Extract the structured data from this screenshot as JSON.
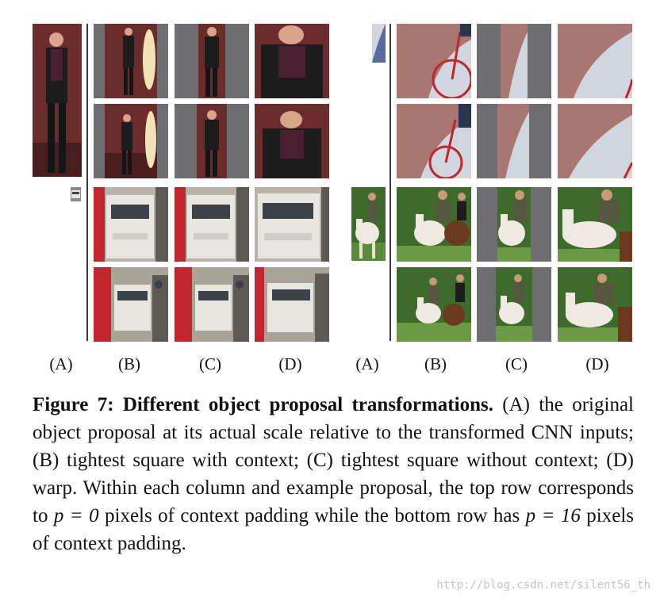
{
  "figure": {
    "column_labels_left": [
      "(A)",
      "(B)",
      "(C)",
      "(D)"
    ],
    "column_labels_right": [
      "(A)",
      "(B)",
      "(C)",
      "(D)"
    ],
    "examples": [
      "person",
      "bicycle",
      "car",
      "horse"
    ]
  },
  "caption": {
    "figure_label": "Figure 7:",
    "title": "Different object proposal transformations.",
    "body_1": "(A) the original object proposal at its actual scale relative to the transformed CNN inputs; (B) tightest square with context; (C) tightest square without context; (D) warp.  Within each column and example proposal, the top row corresponds to ",
    "math_1": "p = 0",
    "body_2": " pixels of context padding while the bottom row has ",
    "math_2": "p = 16",
    "body_3": " pixels of context padding."
  },
  "watermark": "http://blog.csdn.net/silent56_th",
  "colors": {
    "pad_gray": "#6e6e72",
    "room_red": "#6a2a2a",
    "grass": "#4f7a34",
    "road": "#b9b3a8",
    "van": "#e8e6e0"
  }
}
